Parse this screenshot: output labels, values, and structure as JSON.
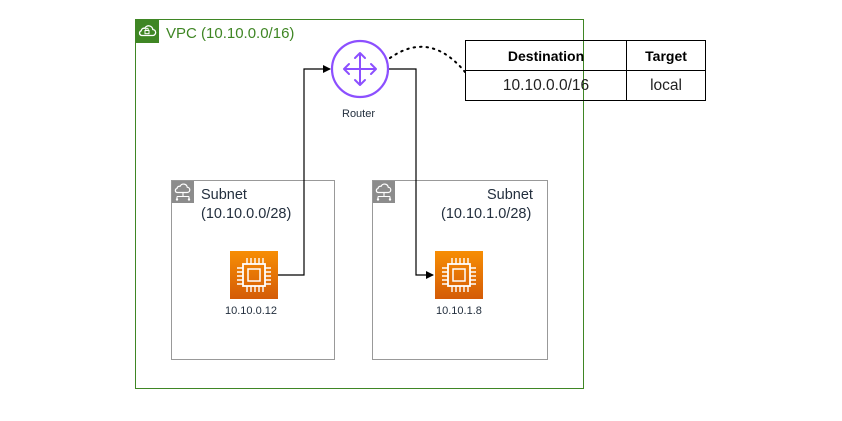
{
  "vpc": {
    "label": "VPC (10.10.0.0/16)",
    "icon": "vpc-cloud-lock-icon",
    "color": "#3f8624"
  },
  "router": {
    "label": "Router",
    "icon": "router-icon",
    "color": "#8c4fff"
  },
  "route_table": {
    "headers": [
      "Destination",
      "Target"
    ],
    "rows": [
      [
        "10.10.0.0/16",
        "local"
      ]
    ]
  },
  "subnets": [
    {
      "title": "Subnet",
      "cidr": "(10.10.0.0/28)",
      "icon": "subnet-cloud-icon",
      "instance": {
        "ip": "10.10.0.12",
        "icon": "ec2-instance-icon"
      }
    },
    {
      "title": "Subnet",
      "cidr": "(10.10.1.0/28)",
      "icon": "subnet-cloud-icon",
      "instance": {
        "ip": "10.10.1.8",
        "icon": "ec2-instance-icon"
      }
    }
  ],
  "colors": {
    "ec2_orange": "#ed7100",
    "subnet_border": "#999999"
  }
}
